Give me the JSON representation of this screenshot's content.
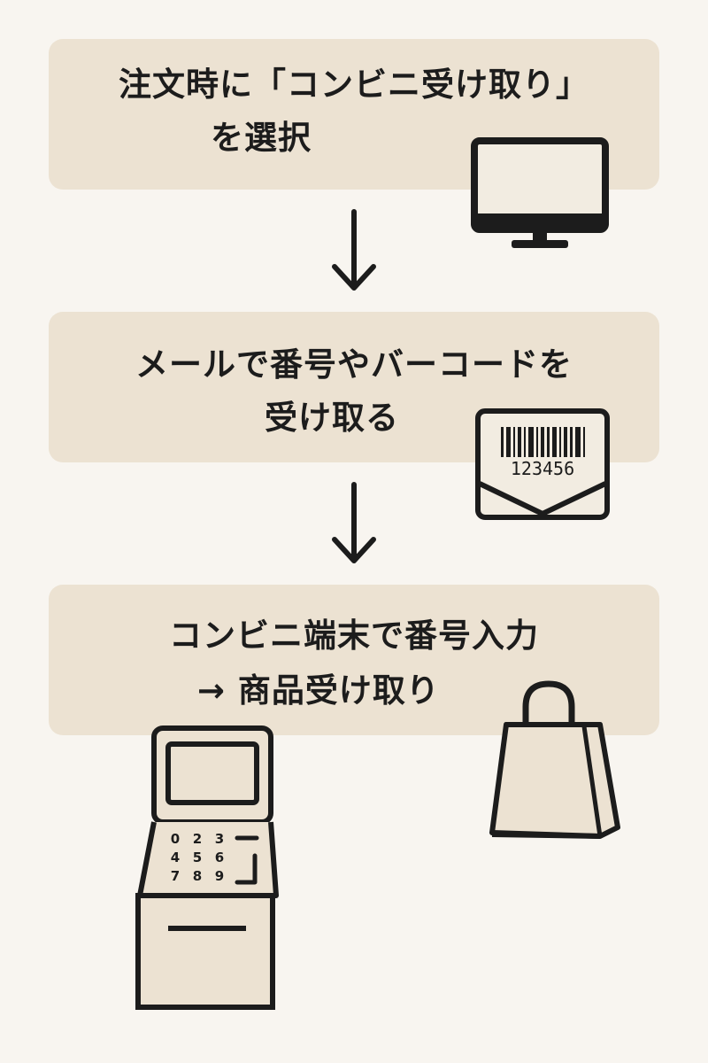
{
  "steps": [
    {
      "line1": "注文時に「コンビニ受け取り」",
      "line2": "を選択",
      "icon": "monitor-icon"
    },
    {
      "line1": "メールで番号やバーコードを",
      "line2": "受け取る",
      "icon": "barcode-envelope-icon"
    },
    {
      "line1": "コンビニ端末で番号入力",
      "line2": "→ 商品受け取り",
      "icon": "shopping-bag-icon"
    }
  ],
  "barcode_number": "123456",
  "kiosk": {
    "icon": "convenience-store-kiosk-icon",
    "keypad": [
      "0",
      "2",
      "3",
      "4",
      "5",
      "6",
      "7",
      "8",
      "9"
    ]
  },
  "colors": {
    "background": "#f8f5f0",
    "box": "#ece2d2",
    "line": "#1c1c1c"
  }
}
